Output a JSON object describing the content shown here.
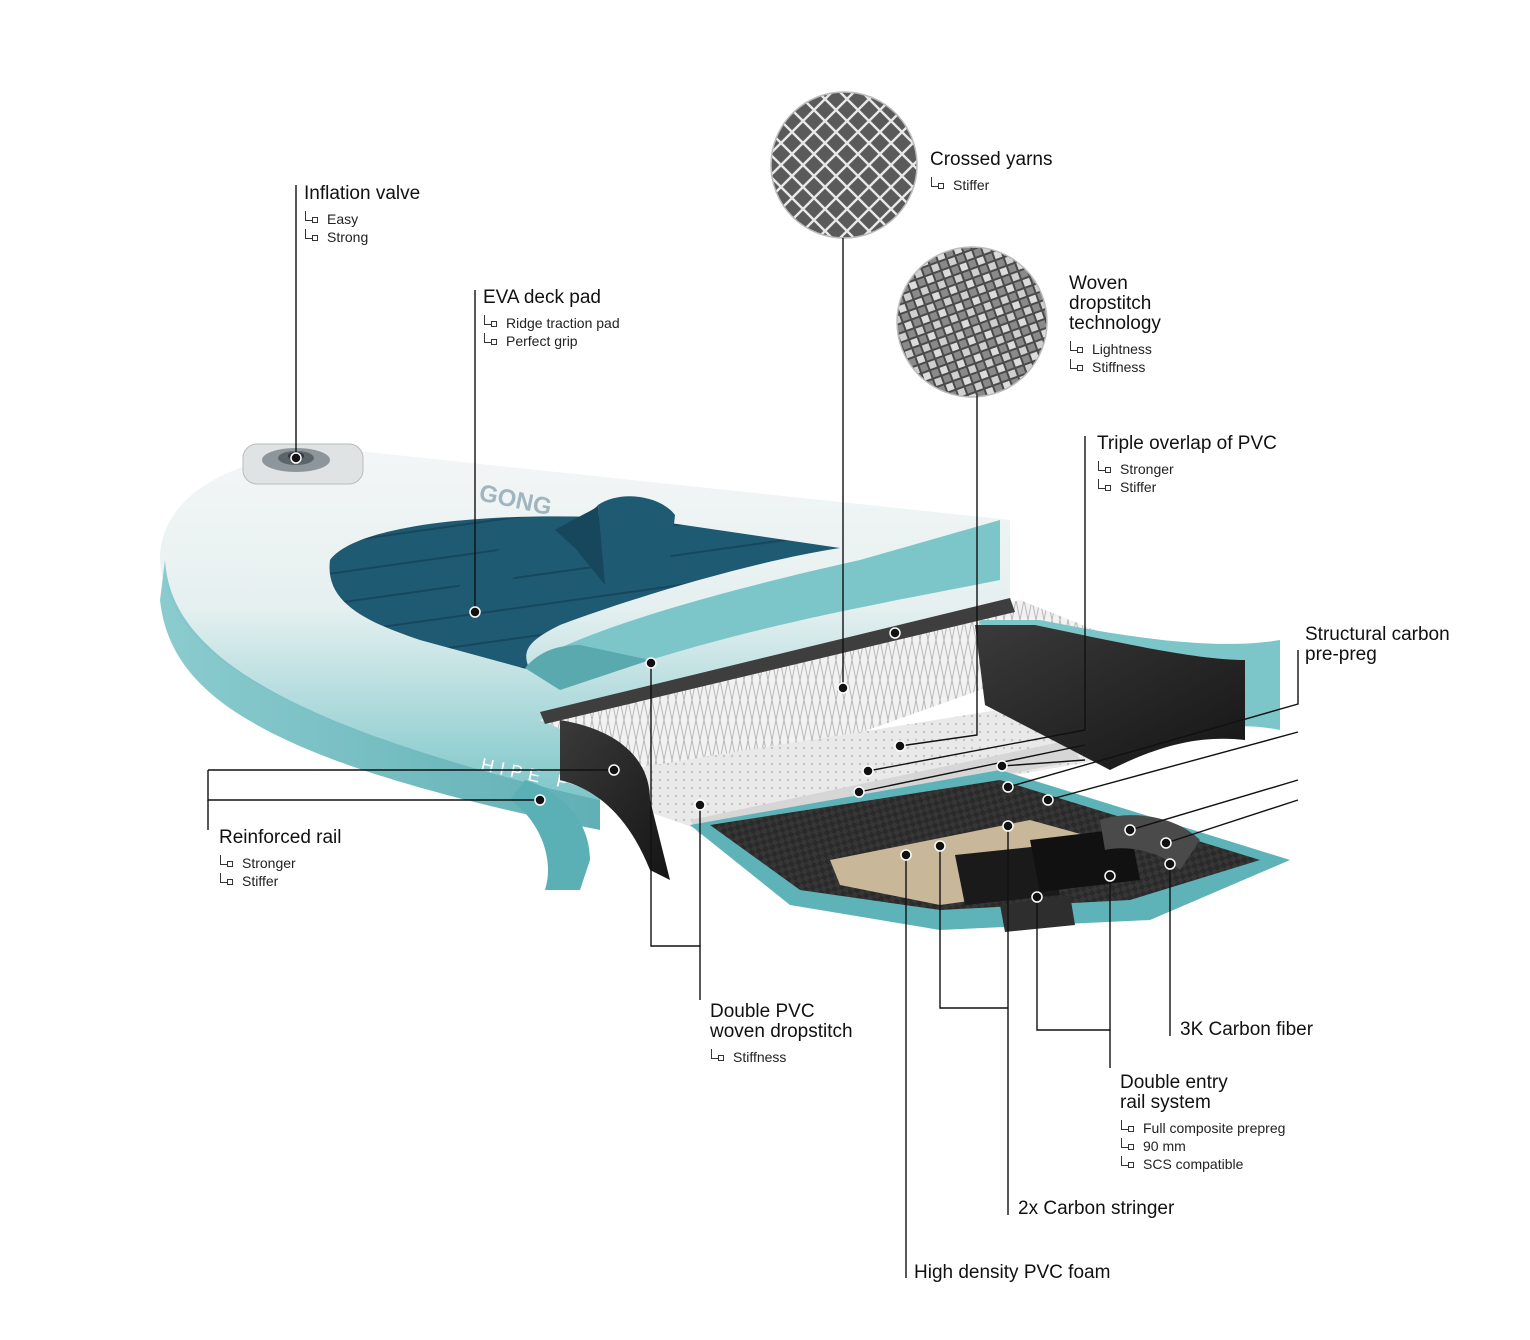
{
  "labels": {
    "inflation_valve": {
      "title": "Inflation valve",
      "notes": [
        "Easy",
        "Strong"
      ]
    },
    "eva_deck_pad": {
      "title": "EVA deck pad",
      "notes": [
        "Ridge traction pad",
        "Perfect grip"
      ]
    },
    "crossed_yarns": {
      "title": "Crossed yarns",
      "notes": [
        "Stiffer"
      ]
    },
    "woven_dropstitch": {
      "title": "Woven\ndropstitch\ntechnology",
      "notes": [
        "Lightness",
        "Stiffness"
      ]
    },
    "triple_overlap": {
      "title": "Triple overlap of PVC",
      "notes": [
        "Stronger",
        "Stiffer"
      ]
    },
    "structural_carbon": {
      "title": "Structural carbon\npre-preg",
      "notes": []
    },
    "reinforced_rail": {
      "title": "Reinforced rail",
      "notes": [
        "Stronger",
        "Stiffer"
      ]
    },
    "double_pvc": {
      "title": "Double PVC\nwoven dropstitch",
      "notes": [
        "Stiffness"
      ]
    },
    "carbon_3k": {
      "title": "3K Carbon fiber",
      "notes": []
    },
    "double_entry": {
      "title": "Double entry\nrail system",
      "notes": [
        "Full composite prepreg",
        "90 mm",
        "SCS compatible"
      ]
    },
    "carbon_stringer": {
      "title": "2x Carbon stringer",
      "notes": []
    },
    "hd_foam": {
      "title": "High density PVC foam",
      "notes": []
    }
  },
  "board": {
    "brand_text": "GONG",
    "rail_text": "HIPE P"
  },
  "colors": {
    "teal_dark": "#1f5a73",
    "teal_light": "#79c4c8",
    "carbon": "#2b2b2b",
    "foam": "#c9b79a",
    "line": "#111111"
  }
}
